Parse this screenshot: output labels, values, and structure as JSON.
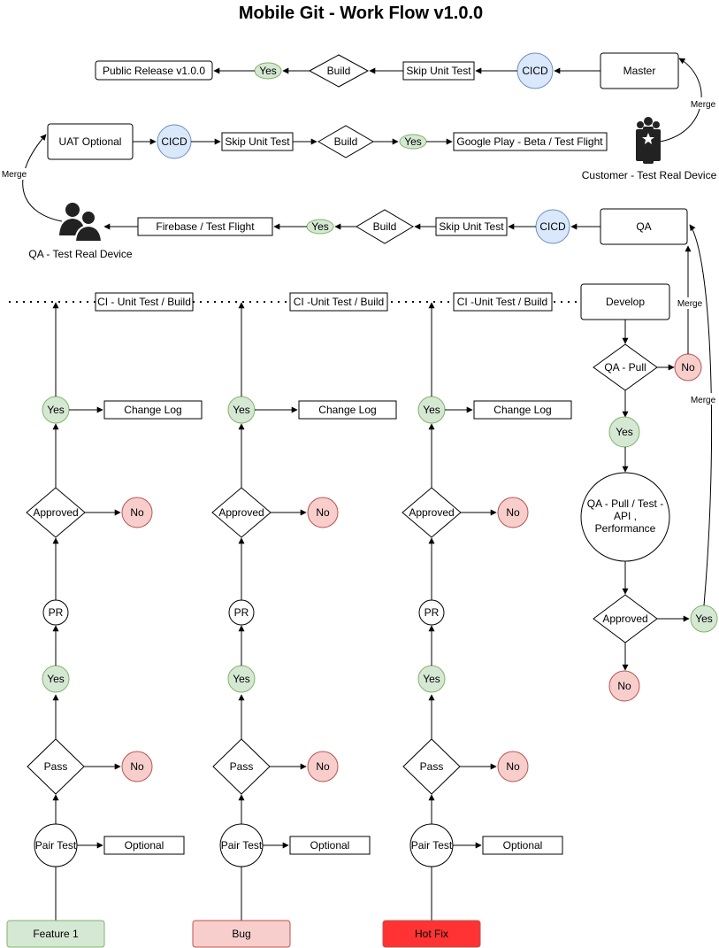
{
  "title": "Mobile Git - Work Flow v1.0.0",
  "colors": {
    "yes_fill": "#d5e8d4",
    "yes_stroke": "#82b366",
    "no_fill": "#f8cecc",
    "no_stroke": "#b85450",
    "cicd_fill": "#dae8fc",
    "cicd_stroke": "#6c8ebf",
    "feature_fill": "#d5e8d4",
    "bug_fill": "#f8cecc",
    "hotfix_fill": "#ff3333"
  },
  "labels": {
    "public_release": "Public Release v1.0.0",
    "yes": "Yes",
    "no": "No",
    "build": "Build",
    "skip_unit_test": "Skip Unit Test",
    "cicd": "CICD",
    "master": "Master",
    "merge": "Merge",
    "uat_optional": "UAT Optional",
    "google_play": "Google Play - Beta / Test Flight",
    "customer_test": "Customer - Test Real Device",
    "qa_test": "QA - Test Real Device",
    "firebase": "Firebase / Test Flight",
    "qa": "QA",
    "ci_unit_test_build_1": "CI - Unit Test / Build",
    "ci_unit_test_build_2": "CI -Unit Test / Build",
    "ci_unit_test_build_3": "CI -Unit Test / Build",
    "develop": "Develop",
    "qa_pull": "QA - Pull",
    "qa_pull_test_1": "QA  - Pull / Test -",
    "qa_pull_test_2": "API ,",
    "qa_pull_test_3": "Performance",
    "approved": "Approved",
    "change_log": "Change Log",
    "pr": "PR",
    "pass": "Pass",
    "pair_test": "Pair Test",
    "optional": "Optional",
    "feature": "Feature 1",
    "bug": "Bug",
    "hotfix": "Hot Fix"
  },
  "icons": {
    "people_group": "people-group-icon",
    "people_pair": "people-pair-icon"
  }
}
